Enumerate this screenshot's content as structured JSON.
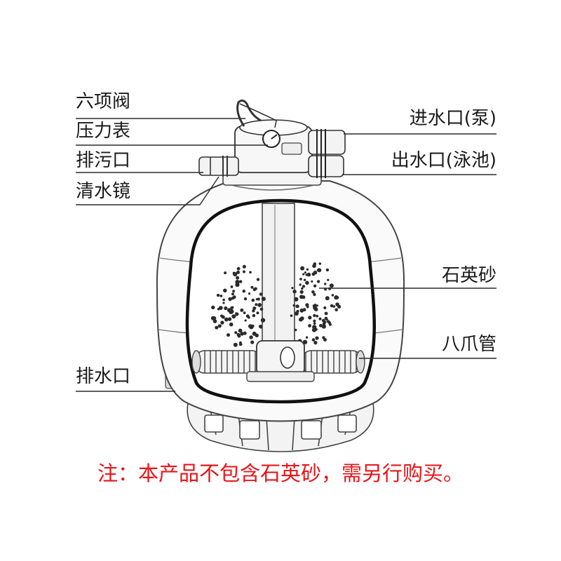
{
  "labels": {
    "six_way_valve": "六项阀",
    "pressure_gauge": "压力表",
    "waste_outlet": "排污口",
    "sight_glass": "清水镜",
    "inlet": "进水口(泵)",
    "outlet": "出水口(泳池)",
    "quartz_sand": "石英砂",
    "lateral_pipes": "八爪管",
    "drain_outlet": "排水口"
  },
  "note": "注：本产品不包含石英砂，需另行购买。",
  "colors": {
    "line": "#2a2a2a",
    "note": "#e8141a",
    "text": "#1a1a1a"
  }
}
